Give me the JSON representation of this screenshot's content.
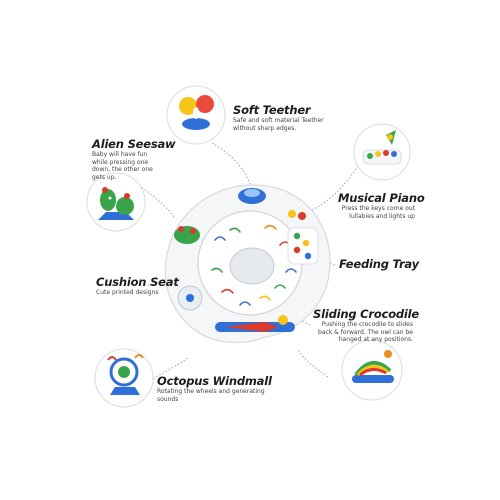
{
  "features": [
    {
      "id": "soft-teether",
      "title": "Soft Teether",
      "description": "Safe and soft material Teether without sharp edges.",
      "icon": "teether-toy-icon"
    },
    {
      "id": "alien-seesaw",
      "title": "Alien Seesaw",
      "description": "Baby will have fun while pressing one down, the other one gets up.",
      "icon": "alien-seesaw-toy-icon"
    },
    {
      "id": "musical-piano",
      "title": "Musical Piano",
      "description": "Press the keys come out lullabies and lights up",
      "icon": "piano-toy-icon"
    },
    {
      "id": "feeding-tray",
      "title": "Feeding Tray",
      "description": "",
      "icon": "tray-icon"
    },
    {
      "id": "cushion-seat",
      "title": "Cushion Seat",
      "description": "Cute printed designs",
      "icon": "seat-icon"
    },
    {
      "id": "sliding-crocodile",
      "title": "Sliding Crocodile",
      "description": "Pushing the crocodile to slides back & forward. The owl can be hanged at any positions.",
      "icon": "crocodile-toy-icon"
    },
    {
      "id": "octopus-windmall",
      "title": "Octopus Windmall",
      "description": "Rotating the wheels and generating sounds",
      "icon": "octopus-windmill-toy-icon"
    }
  ],
  "colors": {
    "tray_white": "#f4f6f8",
    "accent_blue": "#2f6fd8",
    "accent_green": "#3aa44a",
    "accent_red": "#d93a2b",
    "accent_yellow": "#f5c518",
    "accent_orange": "#f08a1c",
    "connector_gray": "#9a9a9a"
  }
}
